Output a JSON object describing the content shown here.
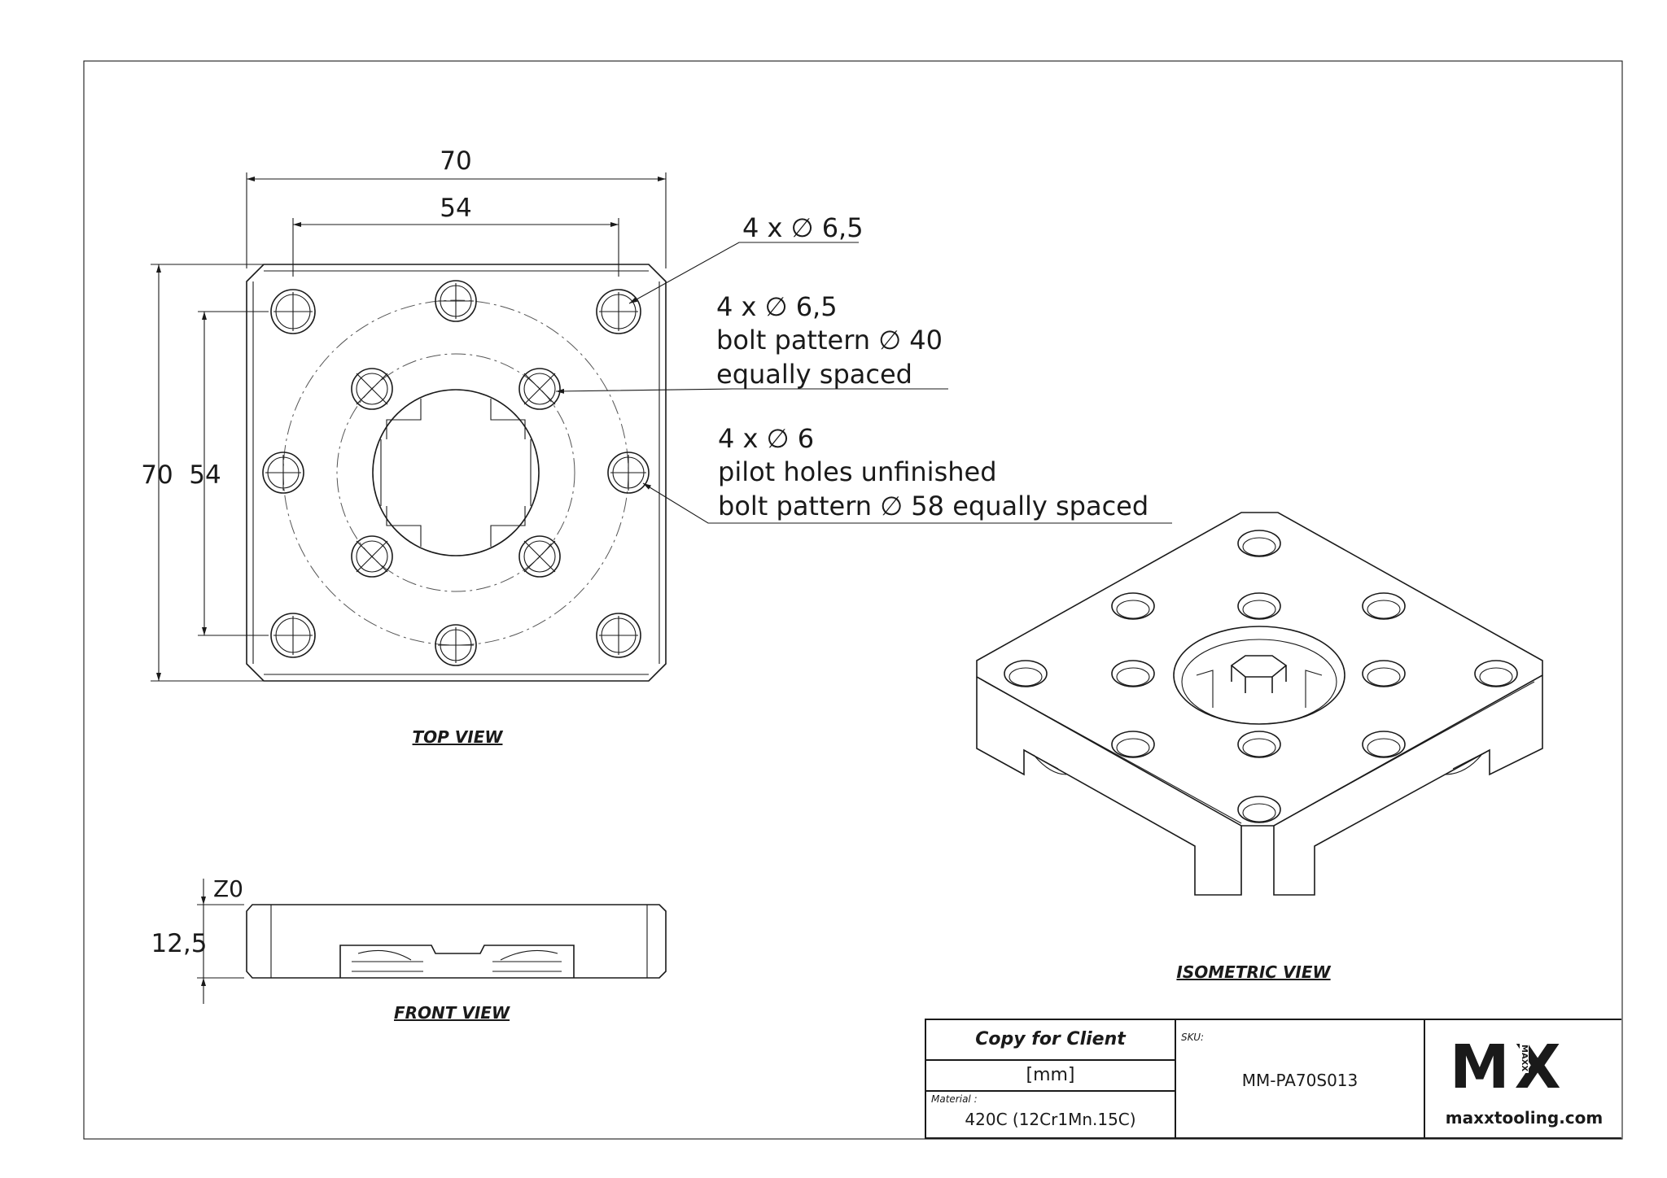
{
  "dimensions": {
    "overall_width": "70",
    "bolt_width": "54",
    "overall_height": "70",
    "bolt_height": "54",
    "thickness": "12,5",
    "zero": "Z0"
  },
  "callouts": {
    "corner_holes": [
      "4 x ∅ 6,5"
    ],
    "inner_holes": [
      "4 x ∅ 6,5",
      "bolt pattern  ∅ 40",
      "equally spaced"
    ],
    "pilot_holes": [
      "4 x ∅ 6",
      "pilot holes unfinished",
      "bolt pattern  ∅ 58 equally spaced"
    ]
  },
  "views": {
    "top": "TOP VIEW",
    "front": "FRONT VIEW",
    "isometric": "ISOMETRIC VIEW"
  },
  "title_block": {
    "copy_label": "Copy for Client",
    "units": "[mm]",
    "material_label": "Material :",
    "material_value": "420C (12Cr1Mn.15C)",
    "sku_label": "SKU:",
    "sku_value": "MM-PA70S013",
    "logo_text": "MX",
    "logo_small": "MAXX",
    "website": "maxxtooling.com"
  },
  "colors": {
    "ink": "#1a1a1a",
    "paper": "#ffffff"
  }
}
